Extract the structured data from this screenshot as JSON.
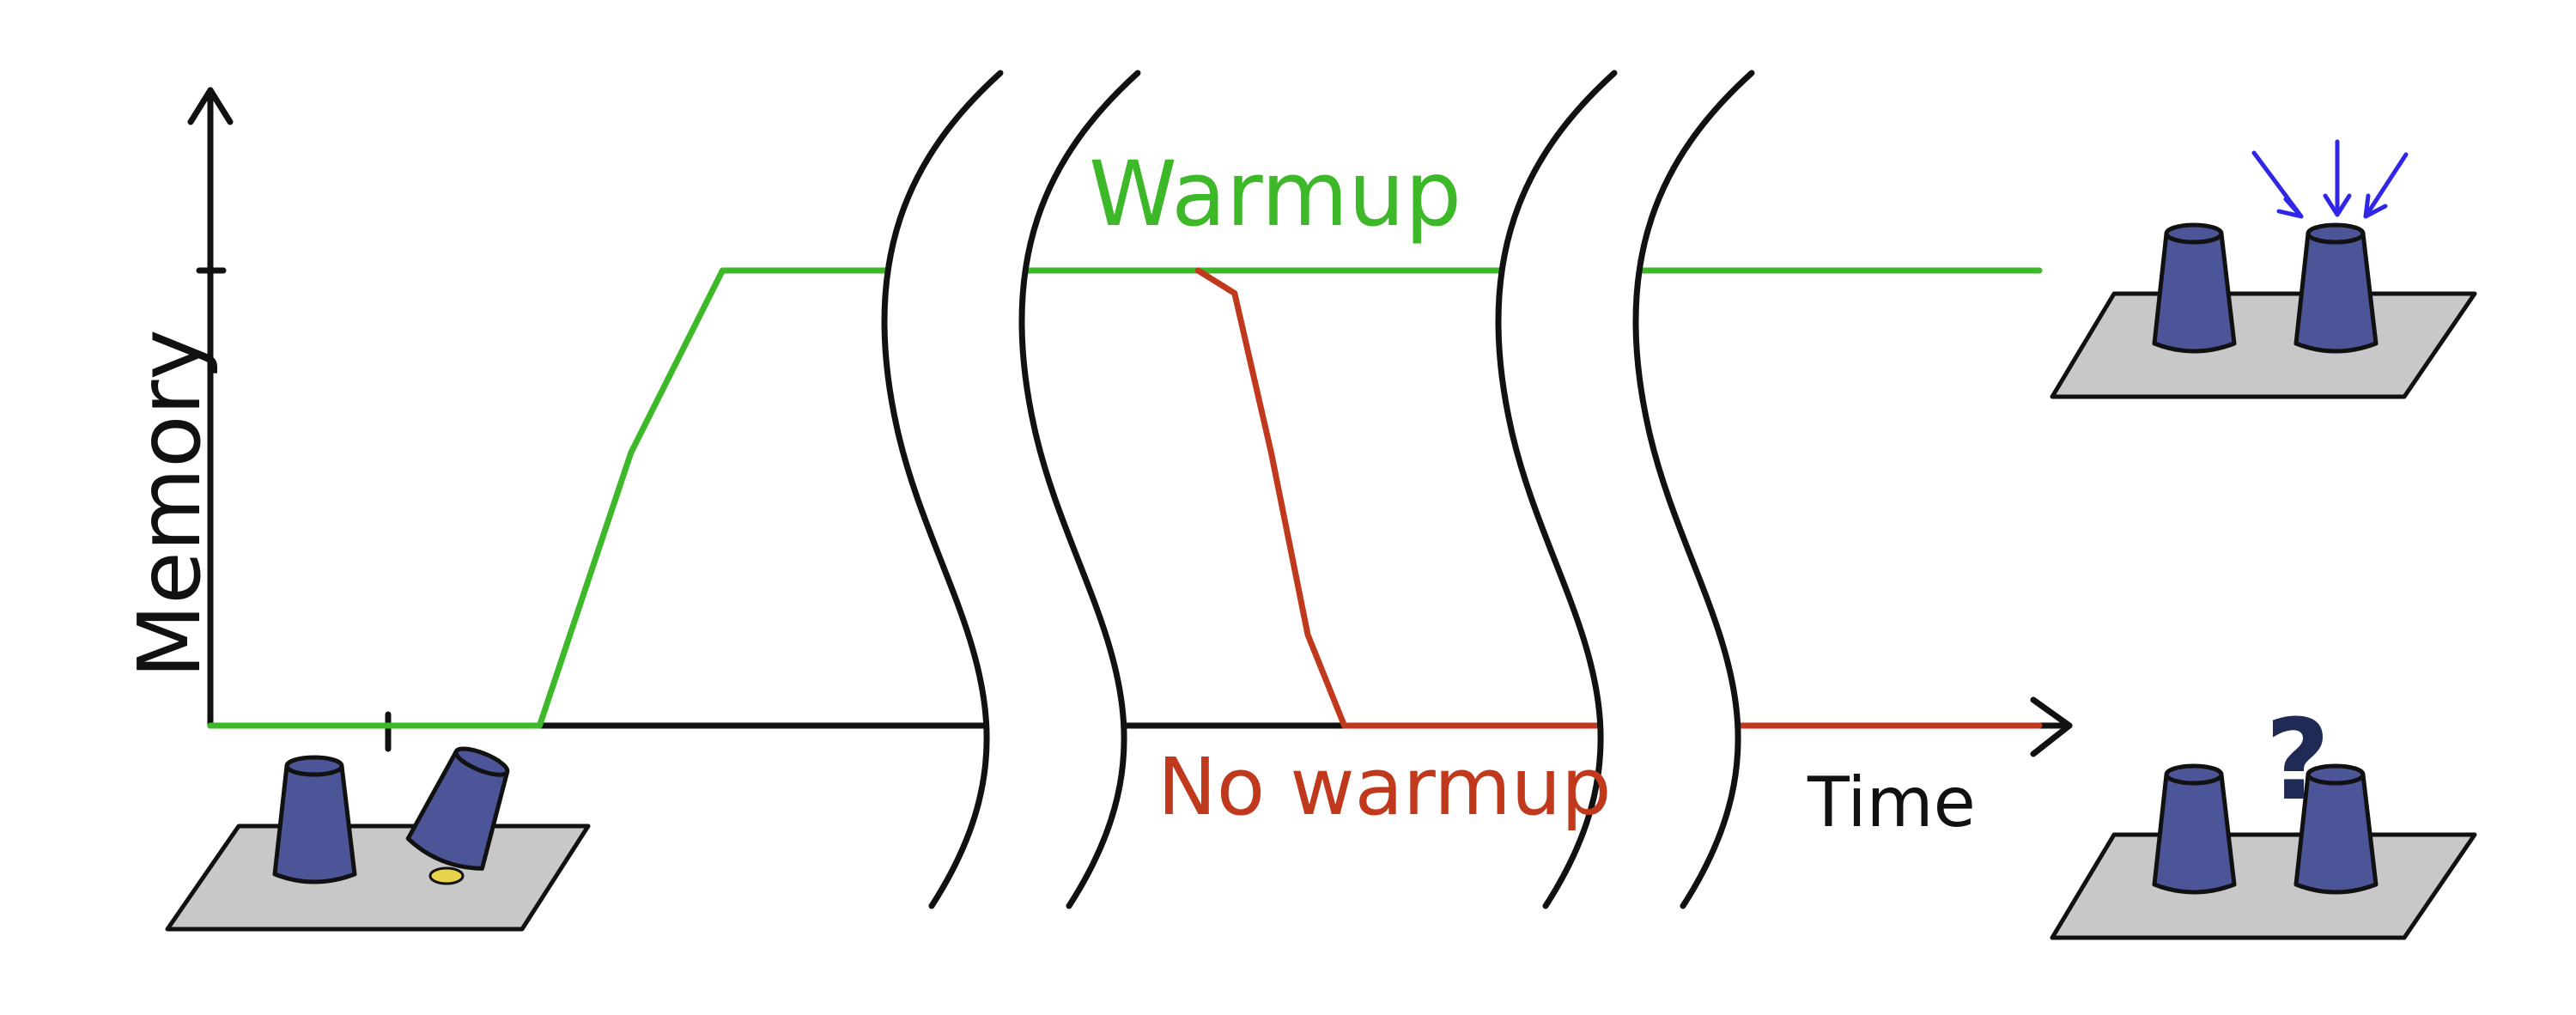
{
  "chart_data": {
    "type": "line",
    "xlabel": "Time",
    "ylabel": "Memory",
    "x_scale": "with three axis breaks",
    "xlim": [
      0,
      10
    ],
    "ylim": [
      0,
      1
    ],
    "grid": false,
    "legend": "inline labels",
    "series": [
      {
        "name": "Warmup",
        "color": "#3cb828",
        "x": [
          0,
          1.8,
          2.3,
          2.8,
          10
        ],
        "y": [
          0,
          0,
          0.6,
          1,
          1
        ]
      },
      {
        "name": "No warmup",
        "color": "#c0391c",
        "x": [
          5.4,
          5.6,
          5.8,
          6.0,
          6.2,
          10
        ],
        "y": [
          1,
          0.95,
          0.6,
          0.2,
          0,
          0
        ]
      }
    ]
  },
  "colors": {
    "cup": "#4d5599",
    "table": "#c8c8c8",
    "arrows": "#2f26e6",
    "coin": "#e8d44a",
    "question": "#1f2a55"
  },
  "icons": [
    "cups-on-table-reveal-icon",
    "cups-on-table-remembered-icon",
    "cups-on-table-forgotten-icon",
    "question-mark-icon",
    "focus-arrows-icon"
  ],
  "annotations": {
    "question_mark": "?"
  }
}
